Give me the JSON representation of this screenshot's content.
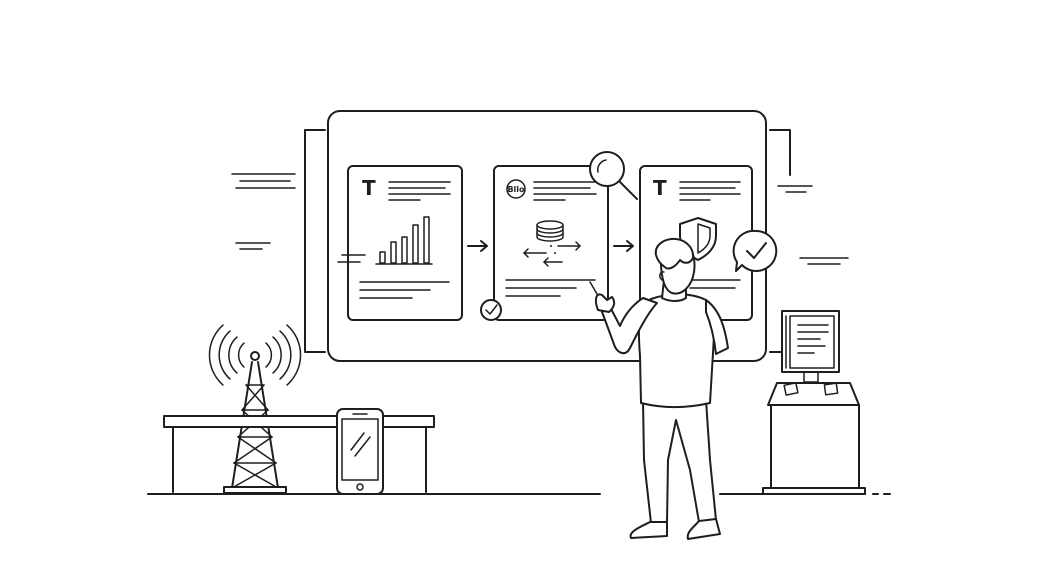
{
  "panels": [
    {
      "logo": "T",
      "icon": "bar-chart-icon"
    },
    {
      "logo": "Bllo",
      "icon": "exchange-icon"
    },
    {
      "logo": "T",
      "icon": "shield-icon"
    }
  ],
  "colors": {
    "line": "#1e1e1e",
    "background": "#ffffff"
  }
}
